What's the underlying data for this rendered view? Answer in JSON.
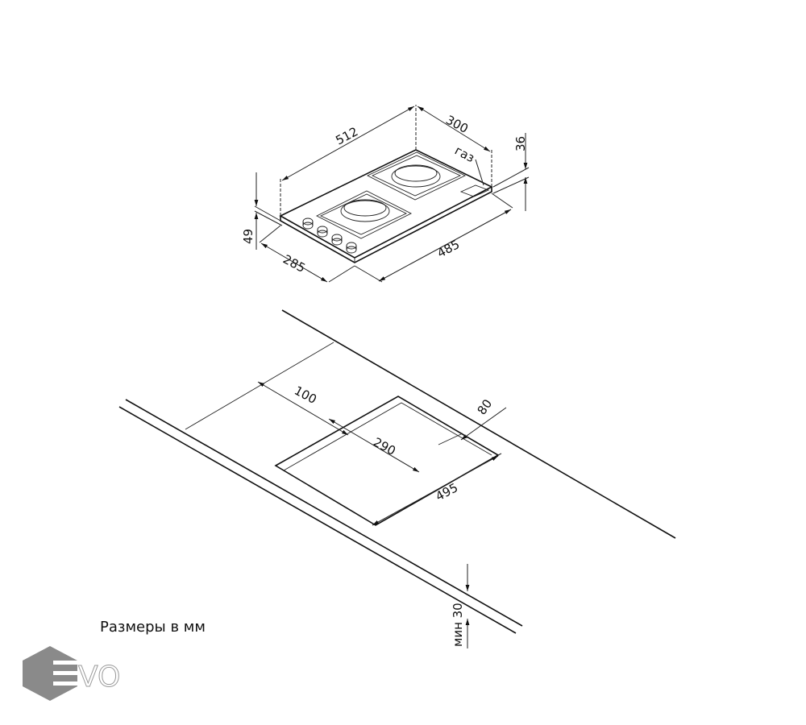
{
  "hob_dimensions": {
    "width": "512",
    "depth": "300",
    "top_height": "36",
    "gas_label": "газ",
    "total_height": "49",
    "cut_depth": "285",
    "cut_width": "485"
  },
  "countertop_dimensions": {
    "back_offset": "100",
    "side_offset": "80",
    "cutout_depth": "290",
    "cutout_width": "495",
    "min_thickness": "мин 30"
  },
  "note": "Размеры в мм",
  "logo": {
    "text": "EVO",
    "color": "#8a8a8a"
  }
}
